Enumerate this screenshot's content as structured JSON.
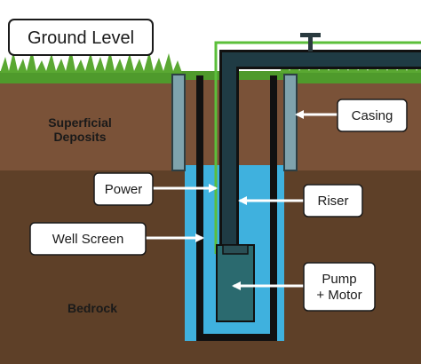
{
  "title": "Ground Level",
  "zones": {
    "superficial_line1": "Superficial",
    "superficial_line2": "Deposits",
    "bedrock": "Bedrock"
  },
  "callouts": {
    "casing": "Casing",
    "power": "Power",
    "riser": "Riser",
    "well_screen": "Well Screen",
    "pump_line1": "Pump",
    "pump_line2": "+ Motor"
  },
  "colors": {
    "sky": "#ffffff",
    "grass": "#4f9a2c",
    "superficial": "#7a5238",
    "bedrock": "#5e4028",
    "water": "#3fb1de",
    "casing": "#7fa3ad",
    "riser": "#1f3b44",
    "pump": "#2b6a6f",
    "power_cable": "#5bbf3a"
  }
}
